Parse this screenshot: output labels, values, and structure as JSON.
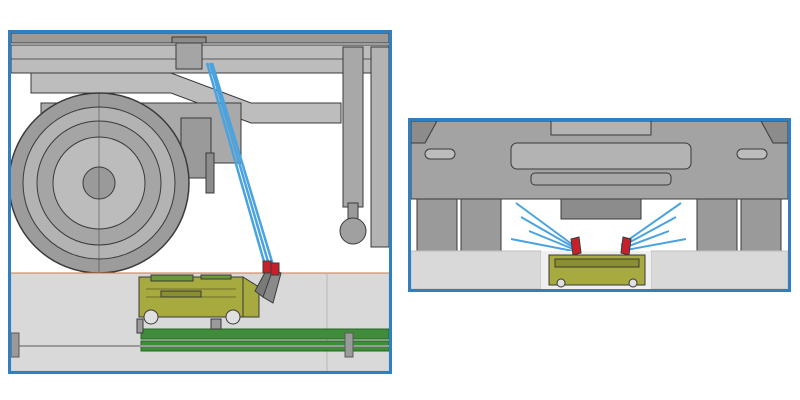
{
  "figure": {
    "panels": [
      {
        "view": "side",
        "subject": "rail-vehicle-underframe-with-inspection-robot"
      },
      {
        "view": "end",
        "subject": "rail-vehicle-underframe-with-inspection-robot"
      }
    ]
  },
  "colors": {
    "frame_border": "#2f7fc1",
    "vehicle_body": "#8c8c8c",
    "vehicle_outline": "#3a3a3a",
    "robot_body": "#a7aa3e",
    "laser_beam": "#4aa3df",
    "guide_rail": "#3f8c3a",
    "pit_floor": "#d9d9d9",
    "camera_tip": "#c8202a"
  },
  "icons": [
    "inspection-robot-icon",
    "laser-camera-icon",
    "wheel-icon"
  ]
}
